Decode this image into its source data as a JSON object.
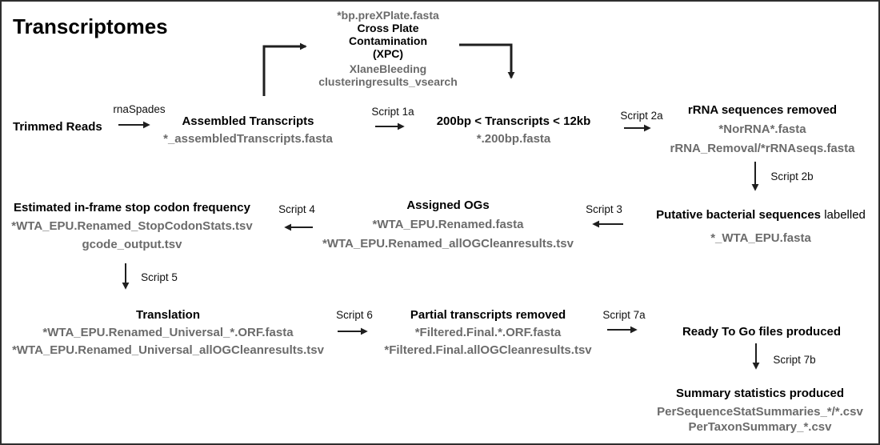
{
  "title": "Transcriptomes",
  "colors": {
    "heading_text": "#000000",
    "file_text": "#6b6b6b",
    "arrow": "#1f1f1f",
    "background": "#ffffff",
    "border": "#2e2e2e"
  },
  "nodes": {
    "xpc": {
      "input_file": "*bp.preXPlate.fasta",
      "title_line1": "Cross Plate",
      "title_line2": "Contamination",
      "title_line3": "(XPC)",
      "files": [
        "XlaneBleeding",
        "clusteringresults_vsearch"
      ]
    },
    "trimmed_reads": {
      "title": "Trimmed Reads"
    },
    "assembled_transcripts": {
      "title": "Assembled Transcripts",
      "files": [
        "*_assembledTranscripts.fasta"
      ]
    },
    "length_filtered": {
      "title": "200bp < Transcripts < 12kb",
      "files": [
        "*.200bp.fasta"
      ]
    },
    "rrna_removed": {
      "title": "rRNA sequences removed",
      "files": [
        "*NorRNA*.fasta",
        "rRNA_Removal/*rRNAseqs.fasta"
      ]
    },
    "bacterial_labelled": {
      "title_bold": "Putative bacterial sequences",
      "title_suffix": "labelled",
      "files": [
        "*_WTA_EPU.fasta"
      ]
    },
    "assigned_ogs": {
      "title": "Assigned OGs",
      "files": [
        "*WTA_EPU.Renamed.fasta",
        "*WTA_EPU.Renamed_allOGCleanresults.tsv"
      ]
    },
    "stop_codon_freq": {
      "title": "Estimated in-frame stop codon frequency",
      "files": [
        "*WTA_EPU.Renamed_StopCodonStats.tsv",
        "gcode_output.tsv"
      ]
    },
    "translation": {
      "title": "Translation",
      "files": [
        "*WTA_EPU.Renamed_Universal_*.ORF.fasta",
        "*WTA_EPU.Renamed_Universal_allOGCleanresults.tsv"
      ]
    },
    "partial_removed": {
      "title": "Partial transcripts removed",
      "files": [
        "*Filtered.Final.*.ORF.fasta",
        "*Filtered.Final.allOGCleanresults.tsv"
      ]
    },
    "ready_to_go": {
      "title": "Ready To Go files produced"
    },
    "summary_stats": {
      "title": "Summary statistics produced",
      "files": [
        "PerSequenceStatSummaries_*/*.csv",
        "PerTaxonSummary_*.csv"
      ]
    }
  },
  "edge_labels": {
    "rnaspades": "rnaSpades",
    "script_1a": "Script 1a",
    "script_2a": "Script 2a",
    "script_2b": "Script 2b",
    "script_3": "Script 3",
    "script_4": "Script 4",
    "script_5": "Script 5",
    "script_6": "Script 6",
    "script_7a": "Script 7a",
    "script_7b": "Script 7b"
  }
}
